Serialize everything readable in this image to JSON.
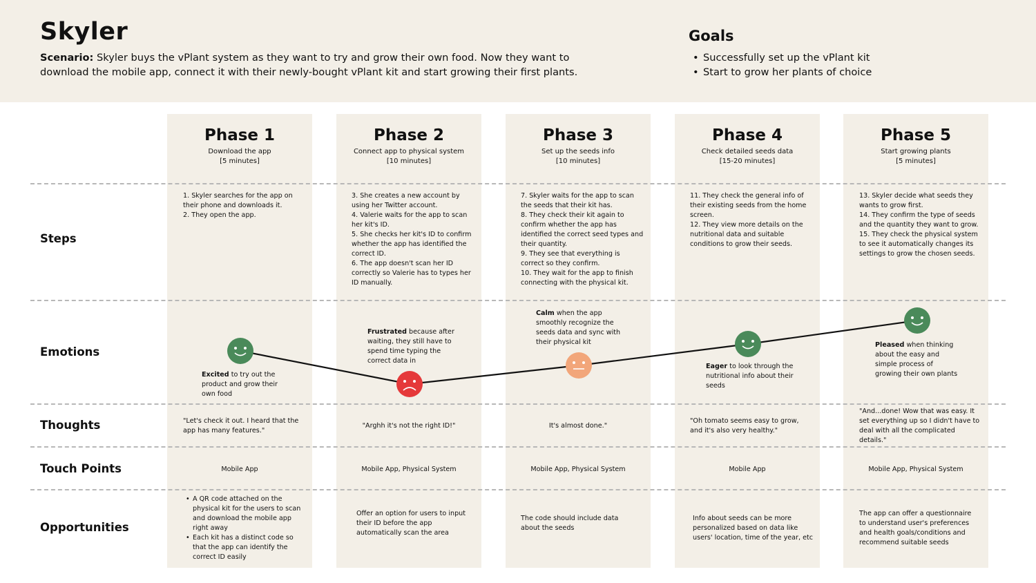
{
  "header": {
    "persona": "Skyler",
    "scenario_label": "Scenario:",
    "scenario_text": "Skyler buys the vPlant system as they want to try and grow their own food. Now they want to download the mobile app,  connect it with their newly-bought vPlant kit and start growing their first plants.",
    "goals_title": "Goals",
    "goals": [
      "Successfully set up the vPlant kit",
      "Start to grow her plants of choice"
    ]
  },
  "rows": {
    "steps": "Steps",
    "emotions": "Emotions",
    "thoughts": "Thoughts",
    "touchpoints": "Touch Points",
    "opportunities": "Opportunities"
  },
  "colors": {
    "background_band": "#f3efe7",
    "happy": "#4a8a5a",
    "sad": "#e5393a",
    "neutral": "#f2a67a",
    "line": "#111111",
    "divider": "#b7b7b7"
  },
  "phases": [
    {
      "title": "Phase 1",
      "subtitle": "Download the app",
      "duration": "[5 minutes]",
      "steps": [
        "1. Skyler searches for the app on their phone and downloads it.",
        "2. They open the app."
      ],
      "emotion": {
        "face": "happy",
        "level": 3,
        "keyword": "Excited",
        "text": " to try out the product and grow their own food"
      },
      "thought": "\"Let's check it out. I heard that the app has many features.\"",
      "touchpoint": "Mobile App",
      "opportunities": [
        "A QR code attached on the physical kit for the users to scan and download the mobile app right away",
        "Each kit has a distinct code so that the app can identify the correct ID easily"
      ]
    },
    {
      "title": "Phase 2",
      "subtitle": "Connect app to physical system",
      "duration": "[10 minutes]",
      "steps": [
        "3. She creates a new account by using her Twitter account.",
        "4. Valerie waits for the app to scan her kit's ID.",
        "5. She checks her kit's ID to confirm whether the app has identified the correct ID.",
        "6. The app doesn't scan her ID correctly so Valerie has to types her ID manually."
      ],
      "emotion": {
        "face": "sad",
        "level": 1,
        "keyword": "Frustrated",
        "text": " because after waiting, they still have to spend time typing the correct data in"
      },
      "thought": "\"Arghh it's not the right ID!\"",
      "touchpoint": "Mobile App, Physical System",
      "opportunities": [
        "Offer an option for users to input their ID before the app automatically scan the area"
      ]
    },
    {
      "title": "Phase 3",
      "subtitle": "Set up the seeds info",
      "duration": "[10 minutes]",
      "steps": [
        "7. Skyler waits for the app to scan the seeds that their kit has.",
        "8. They check their kit again to confirm whether the app has identified the correct seed types and their quantity.",
        "9. They see that everything is correct so they confirm.",
        "10. They wait for the app to finish connecting with the physical kit."
      ],
      "emotion": {
        "face": "neutral",
        "level": 2,
        "keyword": "Calm",
        "text": " when the app smoothly recognize the seeds data and sync with their physical kit"
      },
      "thought": "It's almost done.\"",
      "touchpoint": "Mobile App, Physical System",
      "opportunities": [
        "The code should include data about the seeds"
      ]
    },
    {
      "title": "Phase 4",
      "subtitle": "Check detailed seeds data",
      "duration": "[15-20 minutes]",
      "steps": [
        "11. They check the general info of their existing seeds from the home screen.",
        "12. They view more details on the nutritional data and suitable conditions to grow their seeds."
      ],
      "emotion": {
        "face": "happy",
        "level": 3,
        "keyword": "Eager",
        "text": " to look through the nutritional info about their seeds"
      },
      "thought": "\"Oh tomato seems easy to grow, and it's also very healthy.\"",
      "touchpoint": "Mobile App",
      "opportunities": [
        "Info about seeds can be more personalized based on data like users' location, time of the year, etc"
      ]
    },
    {
      "title": "Phase 5",
      "subtitle": "Start growing plants",
      "duration": "[5 minutes]",
      "steps": [
        "13. Skyler decide what seeds they wants to grow first.",
        "14. They confirm the type of seeds and the quantity they want to grow.",
        "15. They check the physical system to see it automatically changes its settings to grow the chosen seeds."
      ],
      "emotion": {
        "face": "happy",
        "level": 3,
        "keyword": "Pleased",
        "text": " when thinking about the easy and simple process of growing their own plants"
      },
      "thought": "\"And...done! Wow that was easy. It set everything up so I didn't have to deal with all the complicated details.\"",
      "touchpoint": "Mobile App, Physical System",
      "opportunities": [
        "The app can offer a questionnaire to understand user's preferences and health goals/conditions and recommend suitable seeds"
      ]
    }
  ]
}
